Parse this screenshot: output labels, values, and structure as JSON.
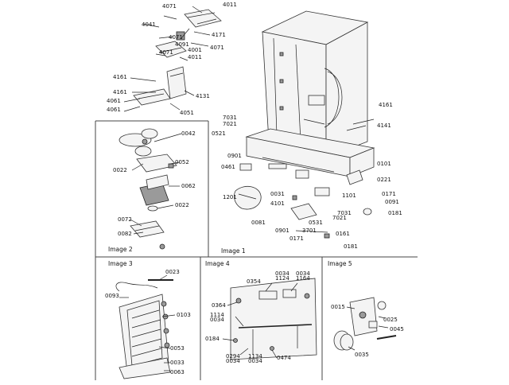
{
  "captions": {
    "image1": "Image 1",
    "image2": "Image 2",
    "image3": "Image 3",
    "image4": "Image 4",
    "image5": "Image 5"
  },
  "image1_top": [
    "4071",
    "4011",
    "4041",
    "4071",
    "4171",
    "4091",
    "4001",
    "4071",
    "4071",
    "4011",
    "4161",
    "4161",
    "4131",
    "4061",
    "4061",
    "4051"
  ],
  "image1_main": [
    "7031",
    "7021",
    "0521",
    "0901",
    "0461",
    "1201",
    "0081",
    "0031",
    "4101",
    "1101",
    "0101",
    "0221",
    "0171",
    "0091",
    "0181",
    "7031",
    "0531",
    "7021",
    "3701",
    "0901",
    "0171",
    "0161",
    "0181",
    "4161",
    "4141"
  ],
  "image2": [
    "0042",
    "0052",
    "0022",
    "0062",
    "0022",
    "0072",
    "0082"
  ],
  "image3": [
    "0023",
    "0093",
    "0103",
    "0053",
    "0033",
    "0063"
  ],
  "image4": [
    "0354",
    "0034",
    "1124",
    "0034",
    "1164",
    "0364",
    "1114",
    "0034",
    "0184",
    "0294",
    "0034",
    "1134",
    "0034",
    "0474"
  ],
  "image5": [
    "0015",
    "0025",
    "0045",
    "0035"
  ]
}
